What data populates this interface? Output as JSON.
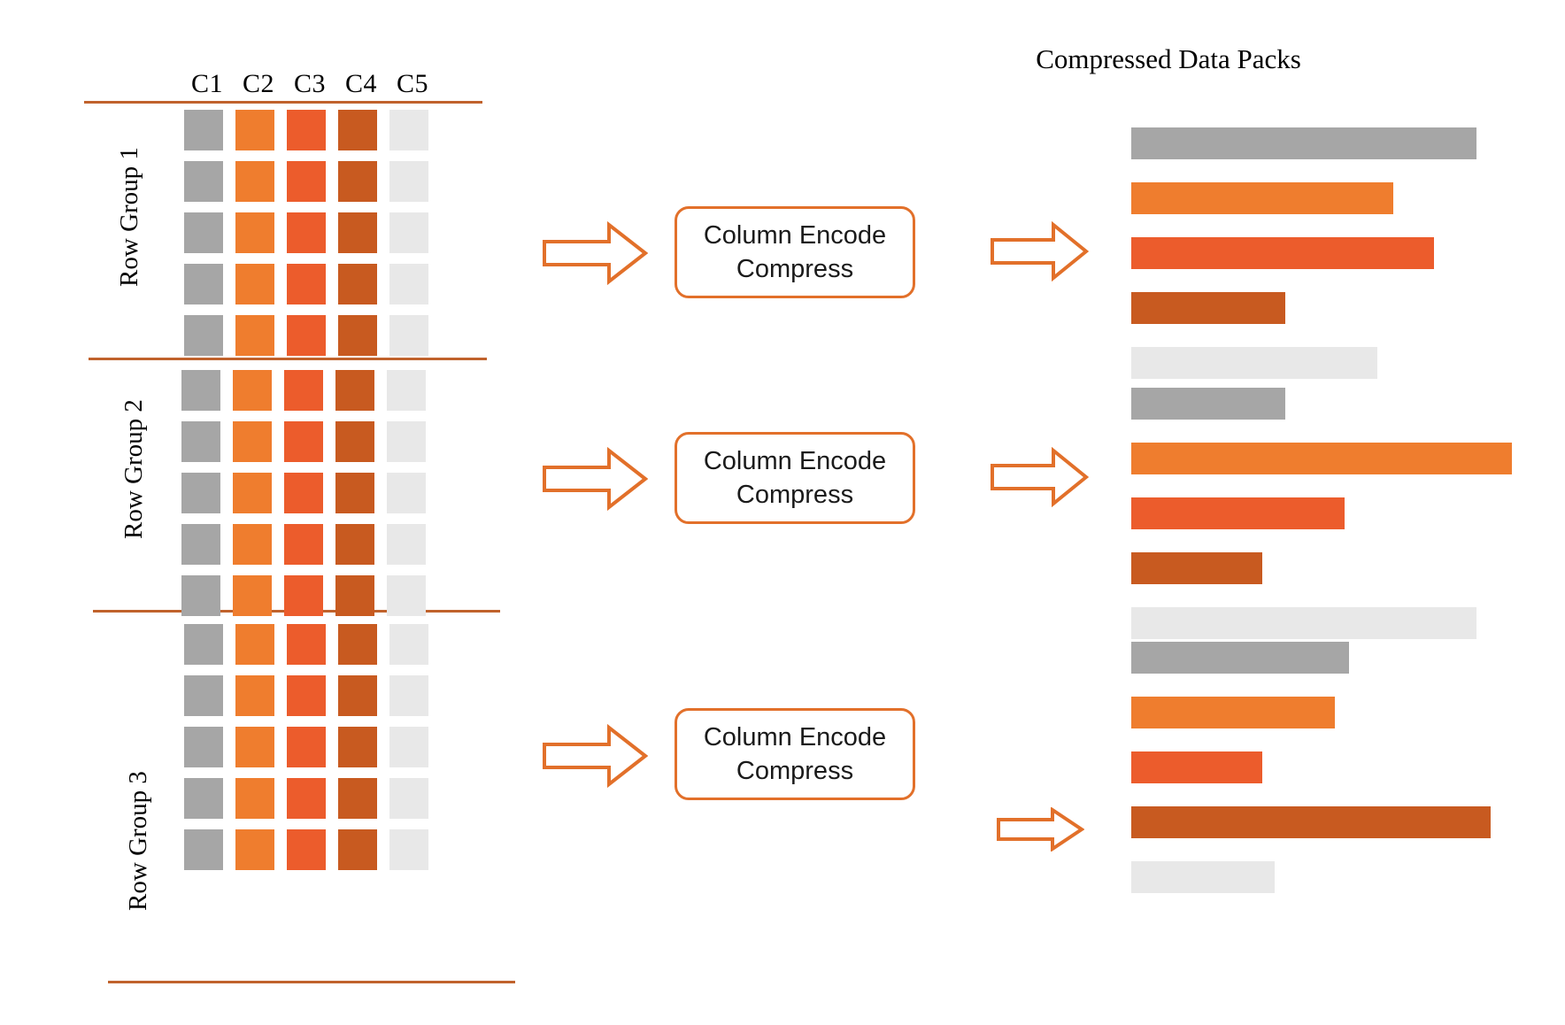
{
  "palette": {
    "gray": "#a6a6a6",
    "orange": "#ef7d2e",
    "red_orange": "#ec5c2c",
    "dark_orange": "#c85a20",
    "light_gray": "#e8e8e8",
    "rule": "#c0622c",
    "accent_border": "#e2702a",
    "text": "#000000"
  },
  "table": {
    "column_headers": [
      "C1",
      "C2",
      "C3",
      "C4",
      "C5"
    ],
    "row_groups": [
      {
        "label": "Row Group 1",
        "rows": 5
      },
      {
        "label": "Row Group 2",
        "rows": 5
      },
      {
        "label": "Row Group 3",
        "rows": 5
      }
    ],
    "column_colors": [
      "#a6a6a6",
      "#ef7d2e",
      "#ec5c2c",
      "#c85a20",
      "#e8e8e8"
    ]
  },
  "process": {
    "boxes": [
      {
        "line1": "Column Encode",
        "line2": "Compress"
      },
      {
        "line1": "Column Encode",
        "line2": "Compress"
      },
      {
        "line1": "Column Encode",
        "line2": "Compress"
      }
    ]
  },
  "arrows": {
    "in": [
      "arrow-right-icon",
      "arrow-right-icon",
      "arrow-right-icon"
    ],
    "out": [
      "arrow-right-icon",
      "arrow-right-icon",
      "arrow-right-icon"
    ]
  },
  "packs": {
    "title": "Compressed Data Packs"
  },
  "chart_data": {
    "type": "bar",
    "title": "Compressed Data Packs",
    "orientation": "horizontal",
    "xlabel": "",
    "ylabel": "",
    "grid": false,
    "legend": "none",
    "categories": [
      "C1",
      "C2",
      "C3",
      "C4",
      "C5"
    ],
    "category_colors": [
      "#a6a6a6",
      "#ef7d2e",
      "#ec5c2c",
      "#c85a20",
      "#e8e8e8"
    ],
    "series": [
      {
        "name": "Row Group 1",
        "values": [
          390,
          296,
          342,
          174,
          278
        ]
      },
      {
        "name": "Row Group 2",
        "values": [
          174,
          430,
          241,
          148,
          390
        ]
      },
      {
        "name": "Row Group 3",
        "values": [
          246,
          230,
          148,
          406,
          162
        ]
      }
    ],
    "units": "px (relative compressed pack size)",
    "xlim": [
      0,
      440
    ]
  }
}
